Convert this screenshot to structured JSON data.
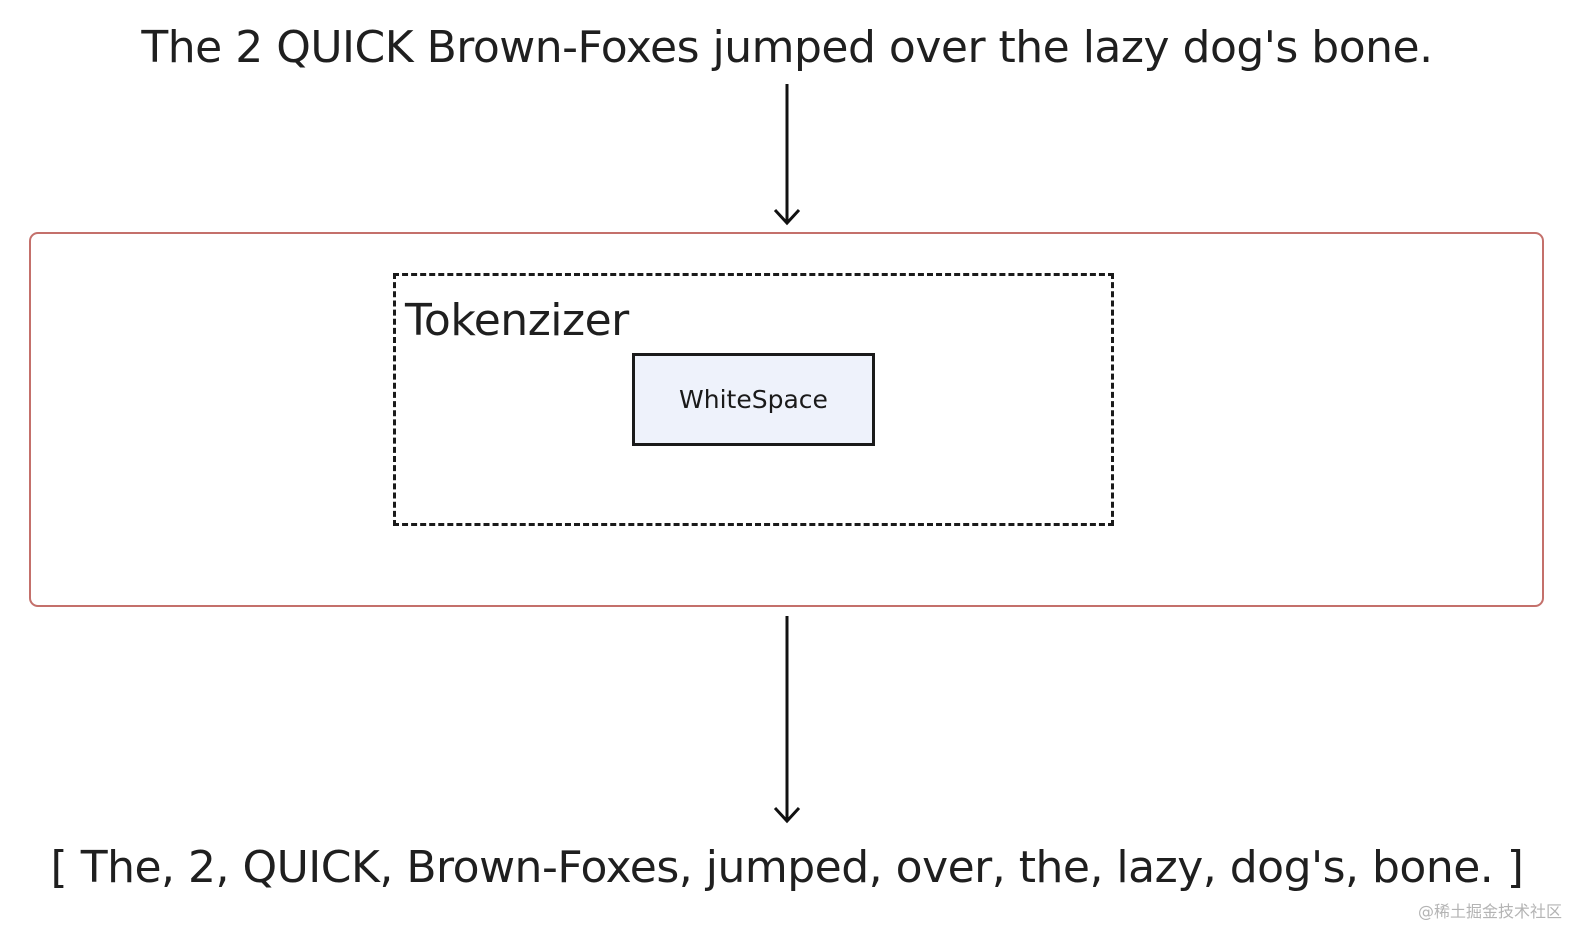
{
  "input_sentence": "The 2 QUICK Brown-Foxes jumped over the lazy dog's bone.",
  "tokenizer": {
    "label": "Tokenzizer",
    "component": "WhiteSpace"
  },
  "output_tokens": "[ The, 2, QUICK, Brown-Foxes, jumped, over, the, lazy, dog's, bone. ]",
  "watermark": "@稀土掘金技术社区",
  "colors": {
    "container_border": "#c4706b",
    "component_fill": "#eef2fb",
    "stroke": "#1a1a1a"
  },
  "icons": {
    "flow_in": "arrow-down-icon",
    "flow_out": "arrow-down-icon"
  }
}
